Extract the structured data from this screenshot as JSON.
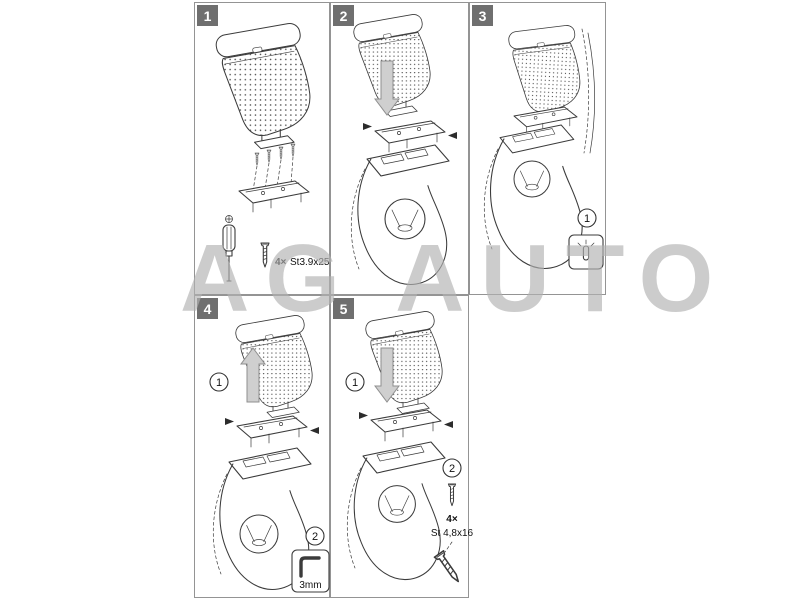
{
  "watermark": "AG AUTO",
  "panels": {
    "p1": {
      "number": "1",
      "qty": "4×",
      "spec": "St3.9x25"
    },
    "p2": {
      "number": "2"
    },
    "p3": {
      "number": "3",
      "step1": "1"
    },
    "p4": {
      "number": "4",
      "step1": "1",
      "step2": "2",
      "tool": "3mm"
    },
    "p5": {
      "number": "5",
      "step1": "1",
      "step2": "2",
      "qty": "4×",
      "spec": "St 4,8x16"
    }
  },
  "colors": {
    "line": "#3b3b3b",
    "badge_bg": "#6f6f6f",
    "arrow_fill": "#cfcfcf",
    "watermark": "#b2b2b2"
  }
}
